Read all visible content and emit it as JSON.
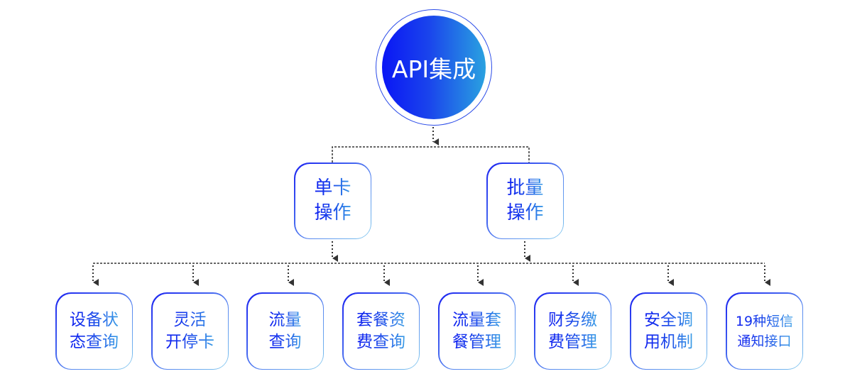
{
  "root": {
    "label": "API集成"
  },
  "branches": [
    {
      "label_lines": [
        "单卡",
        "操作"
      ]
    },
    {
      "label_lines": [
        "批量",
        "操作"
      ]
    }
  ],
  "leaves": [
    {
      "label_lines": [
        "设备状",
        "态查询"
      ]
    },
    {
      "label_lines": [
        "灵活",
        "开停卡"
      ]
    },
    {
      "label_lines": [
        "流量",
        "查询"
      ]
    },
    {
      "label_lines": [
        "套餐资",
        "费查询"
      ]
    },
    {
      "label_lines": [
        "流量套",
        "餐管理"
      ]
    },
    {
      "label_lines": [
        "财务缴",
        "费管理"
      ]
    },
    {
      "label_lines": [
        "安全调",
        "用机制"
      ]
    },
    {
      "label_lines": [
        "19种短信",
        "通知接口"
      ]
    }
  ],
  "colors": {
    "gradient_start": "#0a16f5",
    "gradient_end": "#2aa2e0",
    "connector": "#333333"
  }
}
